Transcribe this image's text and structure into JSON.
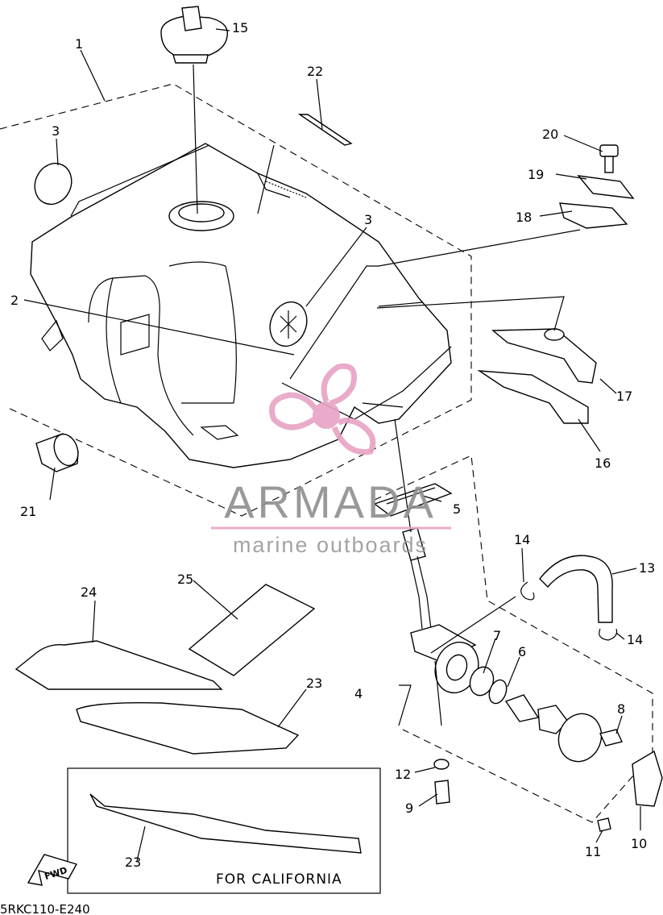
{
  "callouts": {
    "c1": "1",
    "c2": "2",
    "c3a": "3",
    "c3b": "3",
    "c4": "4",
    "c5": "5",
    "c6": "6",
    "c7": "7",
    "c8": "8",
    "c9": "9",
    "c10": "10",
    "c11": "11",
    "c12": "12",
    "c13": "13",
    "c14a": "14",
    "c14b": "14",
    "c15": "15",
    "c16": "16",
    "c17": "17",
    "c18": "18",
    "c19": "19",
    "c20": "20",
    "c21": "21",
    "c22": "22",
    "c23a": "23",
    "c23b": "23",
    "c24": "24",
    "c25": "25"
  },
  "california_note": "FOR CALIFORNIA",
  "fwd_label": "FWD",
  "diagram_code": "5RKC110-E240",
  "watermark": {
    "brand": "ARMADA",
    "tagline": "marine outboards",
    "color": "#e7a3c4"
  }
}
